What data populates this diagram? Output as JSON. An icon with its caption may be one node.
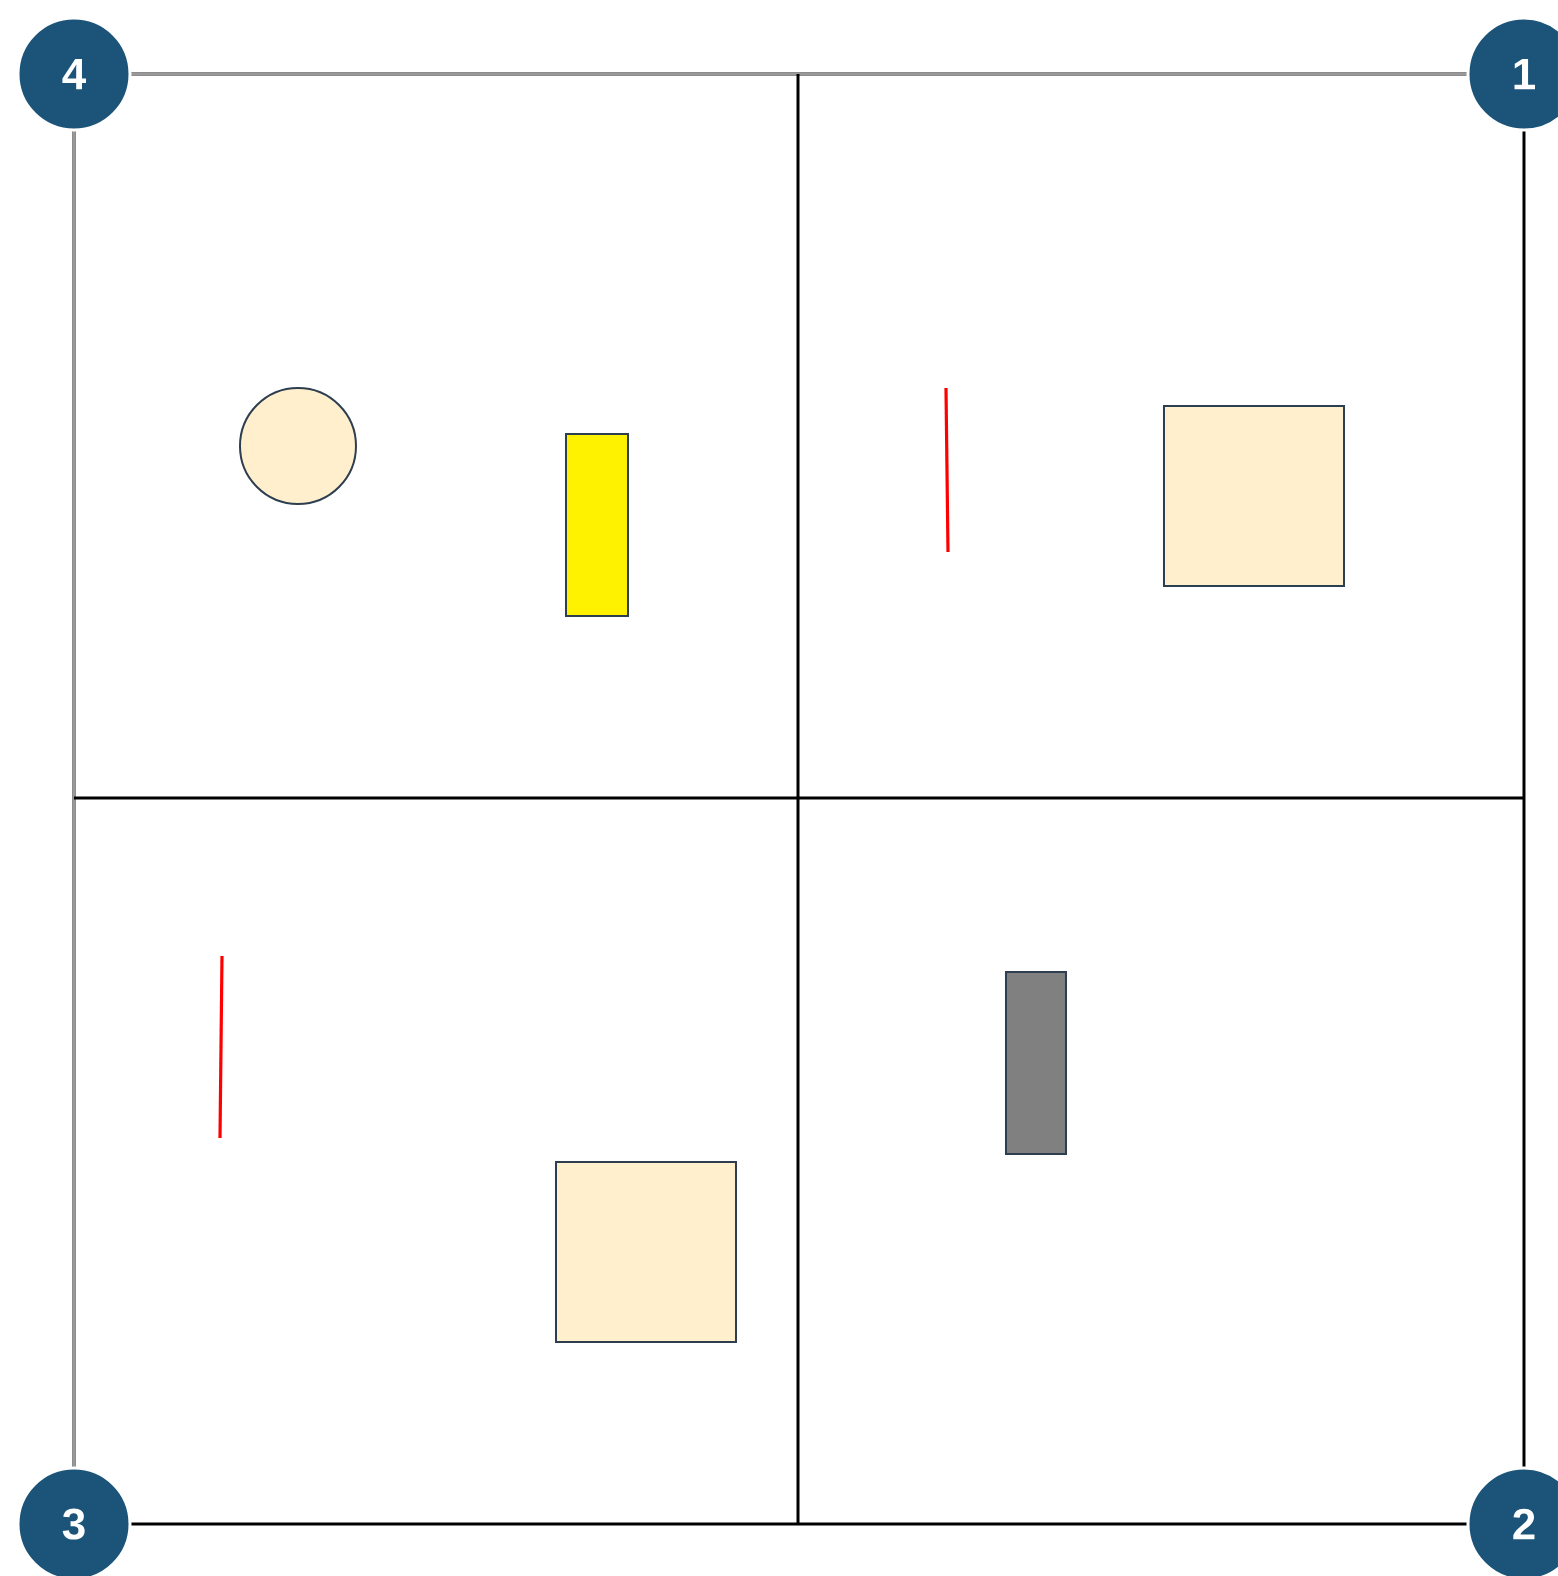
{
  "diagram": {
    "nodes": [
      {
        "text": [
          "4"
        ]
      },
      {
        "text": [
          "1"
        ]
      },
      {
        "text": [
          "3"
        ]
      },
      {
        "text": [
          "2"
        ]
      }
    ]
  }
}
